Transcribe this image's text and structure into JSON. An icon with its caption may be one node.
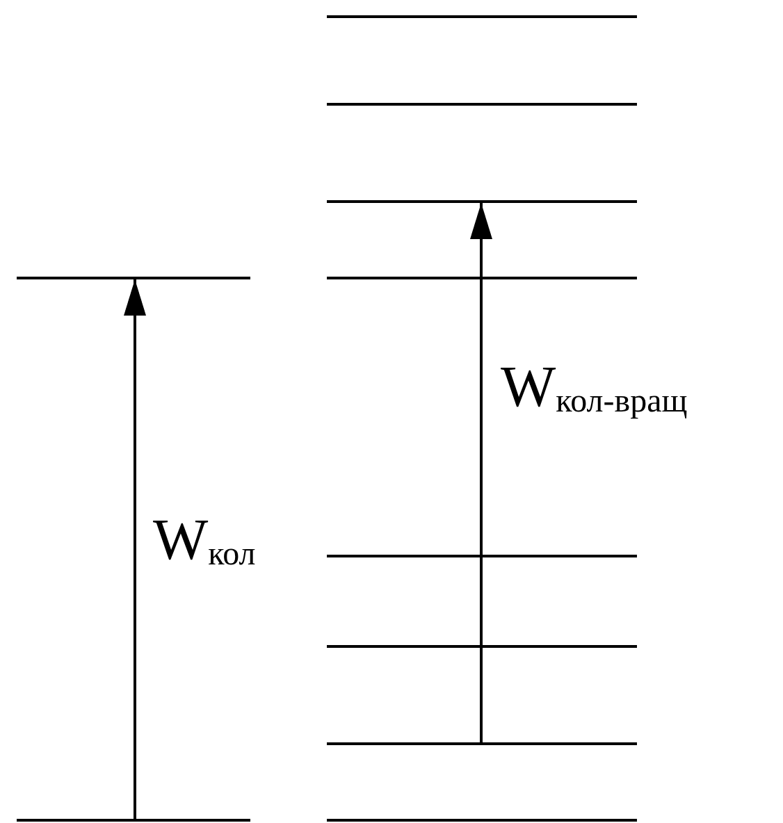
{
  "diagram": {
    "nodes": [
      {
        "text": [],
        "shape": "line"
      },
      {
        "text": [],
        "shape": "line"
      },
      {
        "text": [],
        "shape": "line"
      },
      {
        "text": [],
        "shape": "line"
      },
      {
        "text": [],
        "shape": "line"
      },
      {
        "text": [],
        "shape": "line"
      },
      {
        "text": [],
        "shape": "line"
      },
      {
        "text": [],
        "shape": "line"
      },
      {
        "text": [],
        "shape": "line"
      },
      {
        "text": [],
        "shape": "line"
      }
    ],
    "edges": [
      {
        "from": 1,
        "to": 0,
        "arrow": "to",
        "label": "W$_{кол}$"
      },
      {
        "from": 8,
        "to": 4,
        "arrow": "to",
        "label": "W$_{кол-вращ}$"
      }
    ]
  }
}
